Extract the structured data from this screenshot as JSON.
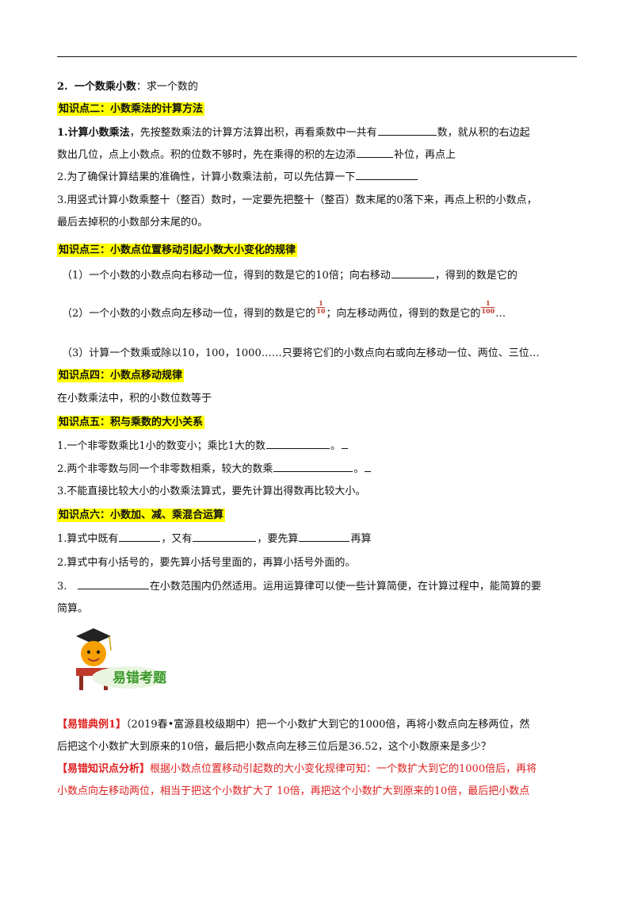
{
  "s2": {
    "num": "2.",
    "title": "一个数乘小数",
    "colon": "：",
    "text": "求一个数的"
  },
  "k2": {
    "heading": "知识点二：小数乘法的计算方法",
    "l1_bold": "1.计算小数乘法",
    "l1_a": "，先按整数乘法的计算方法算出积，再看乘数中一共有",
    "l1_b": "数，就从积的右边起",
    "l1_c": "数出几位，点上小数点。积的位数不够时，先在乘得的积的左边添",
    "l1_d": "补位，再点上",
    "l2": "2.为了确保计算结果的准确性，计算小数乘法前，可以先估算一下",
    "l3_a": "3.用竖式计算小数乘整十（整百）数时，一定要先把整十（整百）数末尾的0落下来，再点上积的小数点，",
    "l3_b": "最后去掉积的小数部分末尾的0。"
  },
  "k3": {
    "heading": "知识点三：小数点位置移动引起小数大小变化的规律",
    "l1_a": "（1）一个小数的小数点向右移动一位，得到的数是它的10倍；向右移动",
    "l1_b": "，得到的数是它的",
    "l2_a": "（2）一个小数的小数点向左移动一位，得到的数是它的",
    "frac1_num": "1",
    "frac1_den": "10",
    "l2_b": "；向左移动两位，得到的数是它的",
    "frac2_num": "1",
    "frac2_den": "100",
    "l2_c": "…",
    "l3": "（3）计算一个数乘或除以10，100，1000……只要将它们的小数点向右或向左移动一位、两位、三位…"
  },
  "k4": {
    "heading": "知识点四：小数点移动规律",
    "l1": "在小数乘法中，积的小数位数等于"
  },
  "k5": {
    "heading": "知识点五：积与乘数的大小关系",
    "l1_a": "1.一个非零数乘比1小的数变小；乘比1大的数",
    "l1_b": "。",
    "l2_a": "2.两个非零数与同一个非零数相乘，较大的数乘",
    "l2_b": "。",
    "l3": "3.不能直接比较大小的小数乘法算式，要先计算出得数再比较大小。"
  },
  "k6": {
    "heading": "知识点六：小数加、减、乘混合运算",
    "l1_a": "1.算式中既有",
    "l1_b": "，又有",
    "l1_c": "，要先算",
    "l1_d": "再算",
    "l2": "2.算式中有小括号的，要先算小括号里面的，再算小括号外面的。",
    "l3_a": "3.",
    "l3_b": "在小数范围内仍然适用。运用运算律可以使一些计算简便，在计算过程中，能简算的要",
    "l3_c": "简算。"
  },
  "banner": {
    "title": "易错考题"
  },
  "example": {
    "tag": "【易错典例1】",
    "l1": "（2019春•富源县校级期中）把一个小数扩大到它的1000倍，再将小数点向左移两位，然",
    "l2": "后把这个小数扩大到原来的10倍，最后把小数点向左移三位后是36.52，这个小数原来是多少？"
  },
  "analysis": {
    "tag": "【易错知识点分析】",
    "l1": "根据小数点位置移动引起数的大小变化规律可知：一个数扩大到它的1000倍后，再将",
    "l2": "小数点向左移动两位，相当于把这个小数扩大了 10倍，再把这个小数扩大到原来的10倍，最后把小数点"
  },
  "colors": {
    "highlight": "#ffff00",
    "red": "#e02020",
    "fraction": "#c0392b",
    "banner_green": "#3a9a2a"
  }
}
